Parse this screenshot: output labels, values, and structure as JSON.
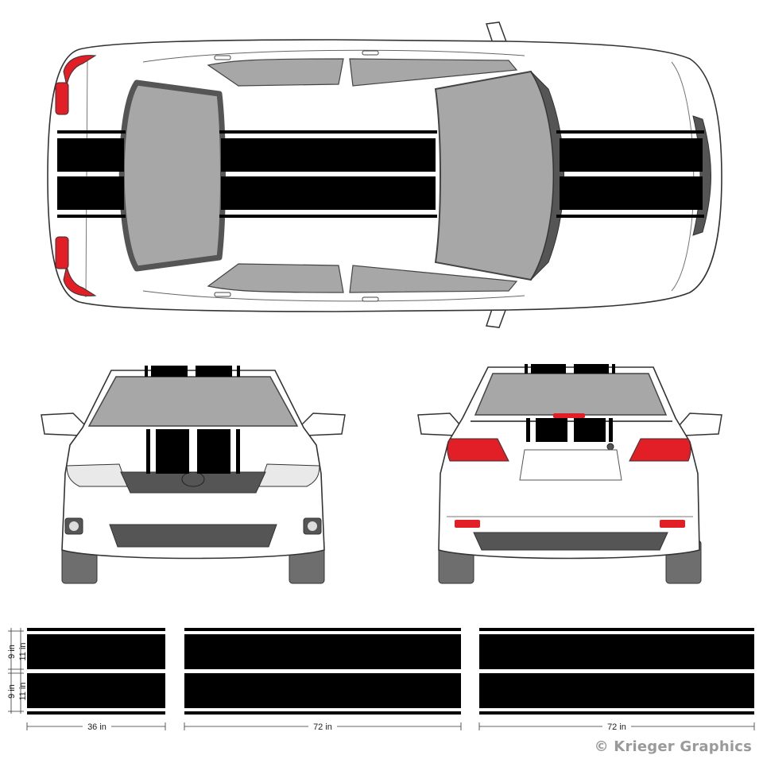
{
  "colors": {
    "stripe": "#000000",
    "body": "#ffffff",
    "glass": "#a7a7a7",
    "trim": "#555555",
    "light": "#e21f26",
    "tire": "#6e6e6e"
  },
  "dimensions": {
    "stripe_width": "11 in",
    "gap_width": "9 in",
    "segment_1_length": "36 in",
    "segment_2_length": "72 in",
    "segment_3_length": "72 in"
  },
  "footer": {
    "copyright": "© Krieger Graphics"
  }
}
